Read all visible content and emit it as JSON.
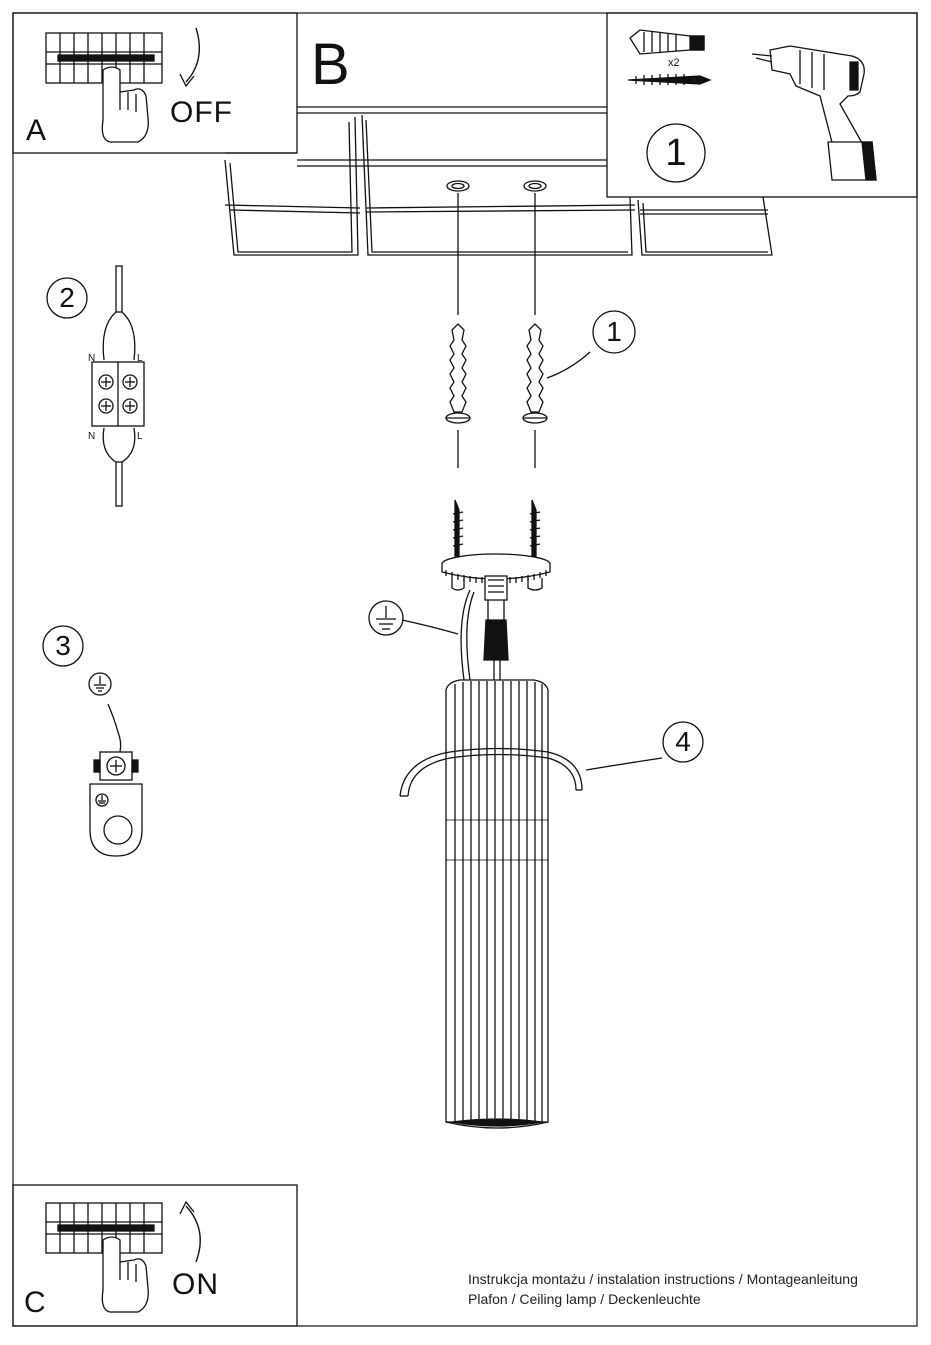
{
  "panels": {
    "a": {
      "letter": "A",
      "word": "OFF"
    },
    "b": {
      "letter": "B"
    },
    "c": {
      "letter": "C",
      "word": "ON"
    }
  },
  "steps": {
    "s1_top": "1",
    "s1_main": "1",
    "s2": "2",
    "s3": "3",
    "s4": "4"
  },
  "hardware": {
    "quantity": "x2"
  },
  "wiring": {
    "n_top": "N",
    "l_top": "L",
    "n_bottom": "N",
    "l_bottom": "L"
  },
  "footer": {
    "line1": "Instrukcja montażu / instalation instructions / Montageanleitung",
    "line2": "Plafon / Ceiling lamp / Deckenleuchte"
  }
}
